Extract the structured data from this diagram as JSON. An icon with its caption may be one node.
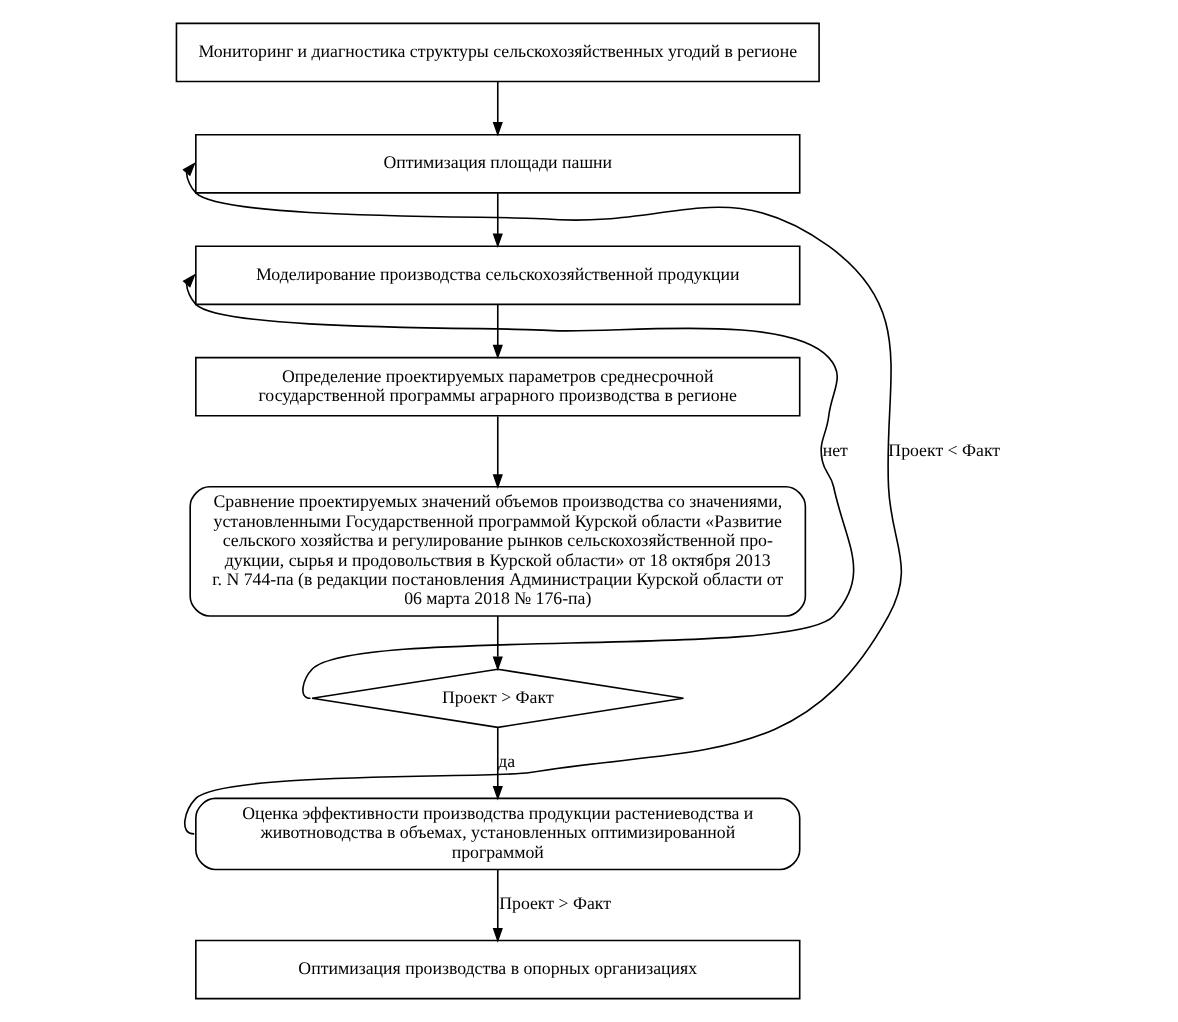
{
  "diagram": {
    "nodes": [
      {
        "text": [
          "Мониторинг и диагностика структуры сельскохозяйственных угодий в регионе"
        ]
      },
      {
        "text": [
          "Оптимизация площади пашни"
        ]
      },
      {
        "text": [
          "Моделирование производства сельскохозяйственной продукции"
        ]
      },
      {
        "text": [
          "Определение проектируемых параметров среднесрочной государственной программы аграрного производства в регионе"
        ]
      },
      {
        "text": [
          "Сравнение проектируемых значений объемов производства со значениями, установленными Государственной программой Курской области «Развитие сельского хозяйства и регулирование рынков сельскохозяйственной про-дукции, сырья и продовольствия в Курской области» от 18 октября 2013 г. N 744-па (в редакции постановления Администрации Курской области от 06 марта 2018 № 176-па)"
        ]
      },
      {
        "text": [
          "Проект > Факт"
        ]
      },
      {
        "text": [
          "Оценка эффективности производства продукции растениеводства и животноводства в объемах, установленных оптимизированной программой"
        ]
      },
      {
        "text": [
          "Оптимизация производства в опорных организациях"
        ]
      }
    ],
    "edges": [
      {
        "from": 0,
        "to": 1,
        "arrow": "to"
      },
      {
        "from": 1,
        "to": 2,
        "arrow": "to"
      },
      {
        "from": 2,
        "to": 3,
        "arrow": "to"
      },
      {
        "from": 3,
        "to": 4,
        "arrow": "to"
      },
      {
        "from": 4,
        "to": 5,
        "arrow": "to"
      },
      {
        "from": 5,
        "to": 2,
        "arrow": "to",
        "label": "нет"
      },
      {
        "from": 5,
        "to": 6,
        "arrow": "to",
        "label": "да"
      },
      {
        "from": 6,
        "to": 1,
        "arrow": "to",
        "label": "Проект < Факт"
      },
      {
        "from": 6,
        "to": 7,
        "arrow": "to",
        "label": "Проект > Факт"
      }
    ]
  }
}
